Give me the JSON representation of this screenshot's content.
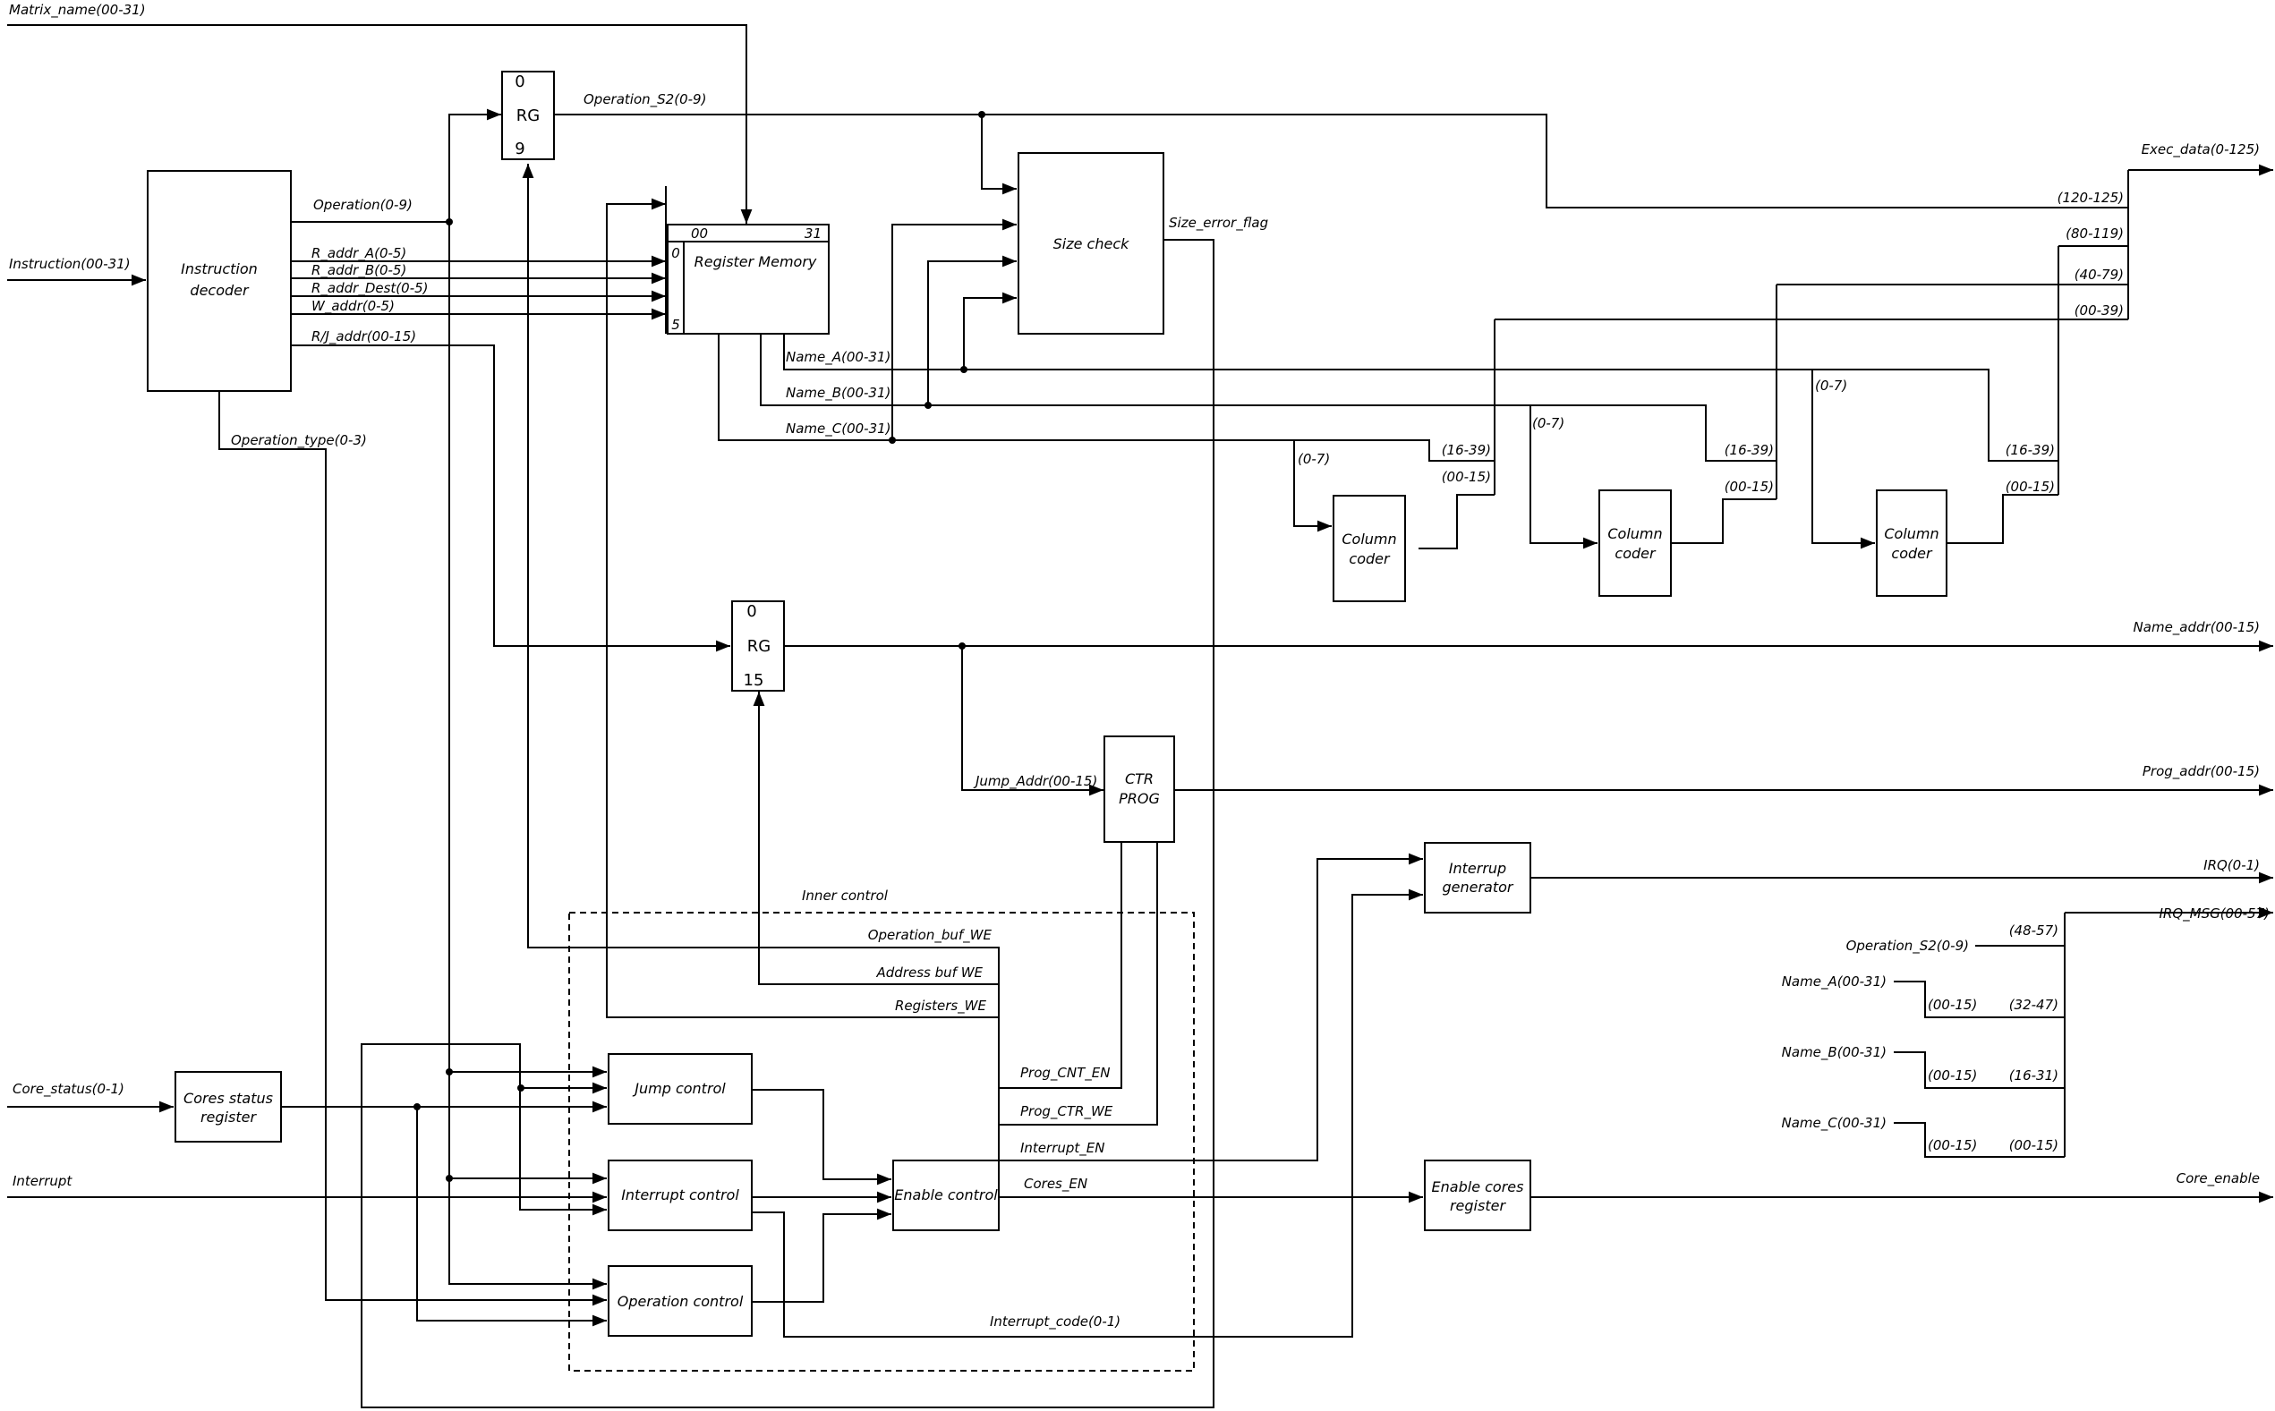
{
  "signals": {
    "matrix_name": "Matrix_name(00-31)",
    "instruction": "Instruction(00-31)",
    "operation_s2": "Operation_S2(0-9)",
    "operation": "Operation(0-9)",
    "r_addr_a": "R_addr_A(0-5)",
    "r_addr_b": "R_addr_B(0-5)",
    "r_addr_dest": "R_addr_Dest(0-5)",
    "w_addr": "W_addr(0-5)",
    "rj_addr": "R/J_addr(00-15)",
    "operation_type": "Operation_type(0-3)",
    "name_a": "Name_A(00-31)",
    "name_b": "Name_B(00-31)",
    "name_c": "Name_C(00-31)",
    "size_error_flag": "Size_error_flag",
    "exec_data": "Exec_data(0-125)",
    "bits_120_125": "(120-125)",
    "bits_80_119": "(80-119)",
    "bits_40_79": "(40-79)",
    "bits_00_39": "(00-39)",
    "bits_0_7": "(0-7)",
    "bits_16_39": "(16-39)",
    "bits_00_15": "(00-15)",
    "name_addr": "Name_addr(00-15)",
    "jump_addr": "Jump_Addr(00-15)",
    "prog_addr": "Prog_addr(00-15)",
    "irq": "IRQ(0-1)",
    "irq_msg": "IRQ_MSG(00-57)",
    "bits_48_57": "(48-57)",
    "bits_32_47": "(32-47)",
    "bits_16_31": "(16-31)",
    "core_status": "Core_status(0-1)",
    "interrupt": "Interrupt",
    "core_enable": "Core_enable",
    "operation_buf_we": "Operation_buf_WE",
    "address_buf_we": "Address buf WE",
    "registers_we": "Registers_WE",
    "prog_cnt_en": "Prog_CNT_EN",
    "prog_ctr_we": "Prog_CTR_WE",
    "interrupt_en": "Interrupt_EN",
    "cores_en": "Cores_EN",
    "interrupt_code": "Interrupt_code(0-1)",
    "inner_control": "Inner control"
  },
  "blocks": {
    "instruction_decoder": [
      "Instruction",
      "decoder"
    ],
    "rg": "RG",
    "rg1_top": "0",
    "rg1_bottom": "9",
    "rg2_top": "0",
    "rg2_bottom": "15",
    "register_memory": "Register Memory",
    "regmem_addr_first": "00",
    "regmem_addr_last": "31",
    "regmem_port_first": "0",
    "regmem_port_last": "5",
    "size_check": "Size check",
    "column_coder": [
      "Column",
      "coder"
    ],
    "ctr_prog": [
      "CTR",
      "PROG"
    ],
    "interrup_generator": [
      "Interrup",
      "generator"
    ],
    "cores_status_register": [
      "Cores status",
      "register"
    ],
    "jump_control": "Jump control",
    "interrupt_control": "Interrupt control",
    "operation_control": "Operation control",
    "enable_control": "Enable control",
    "enable_cores_register": [
      "Enable cores",
      "register"
    ]
  }
}
